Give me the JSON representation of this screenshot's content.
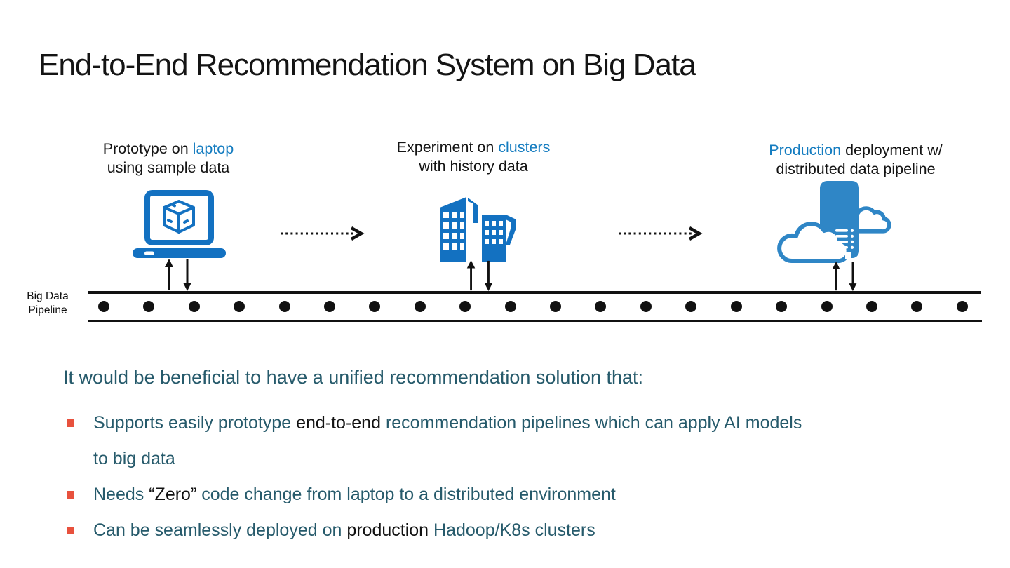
{
  "slide": {
    "title": "End-to-End Recommendation System on Big Data"
  },
  "stages": [
    {
      "line1_pre": "Prototype on ",
      "line1_highlight": "laptop",
      "line1_post": "",
      "line2": "using sample data",
      "icon": "laptop-cube-icon"
    },
    {
      "line1_pre": "Experiment on ",
      "line1_highlight": "clusters",
      "line1_post": "",
      "line2": "with history data",
      "icon": "office-buildings-icon"
    },
    {
      "line1_pre": "",
      "line1_highlight": "Production",
      "line1_post": " deployment w/",
      "line2": "distributed data pipeline",
      "icon": "cloud-server-icon"
    }
  ],
  "pipeline": {
    "label_line1": "Big Data",
    "label_line2": "Pipeline",
    "dot_count": 20
  },
  "body": {
    "intro": "It would be beneficial to have a unified recommendation solution that:",
    "bullets": [
      {
        "segments": [
          {
            "text": "Supports easily prototype ",
            "color": "teal"
          },
          {
            "text": "end-to-end",
            "color": "black"
          },
          {
            "text": " recommendation pipelines which can apply AI models",
            "color": "teal"
          },
          {
            "text": "to big data",
            "color": "teal",
            "break": true
          }
        ]
      },
      {
        "segments": [
          {
            "text": "Needs ",
            "color": "teal"
          },
          {
            "text": "“Zero”",
            "color": "black"
          },
          {
            "text": " code change from laptop to a distributed environment",
            "color": "teal"
          }
        ]
      },
      {
        "segments": [
          {
            "text": "Can be seamlessly deployed on ",
            "color": "teal"
          },
          {
            "text": "production",
            "color": "black"
          },
          {
            "text": " Hadoop/K8s clusters",
            "color": "teal"
          }
        ]
      }
    ]
  },
  "icons": {
    "stage1": "laptop-cube-icon",
    "stage2": "office-buildings-icon",
    "stage3": "cloud-server-icon",
    "flow": "dotted-arrow-right-icon",
    "exchange": "up-down-arrows-icon",
    "bullet": "square-bullet-icon"
  },
  "colors": {
    "accent_blue": "#1371c1",
    "server_blue": "#2f86c6",
    "highlight_blue": "#147cc0",
    "teal_text": "#265a6b",
    "bullet_marker": "#e8513d",
    "black_text": "#121212"
  }
}
